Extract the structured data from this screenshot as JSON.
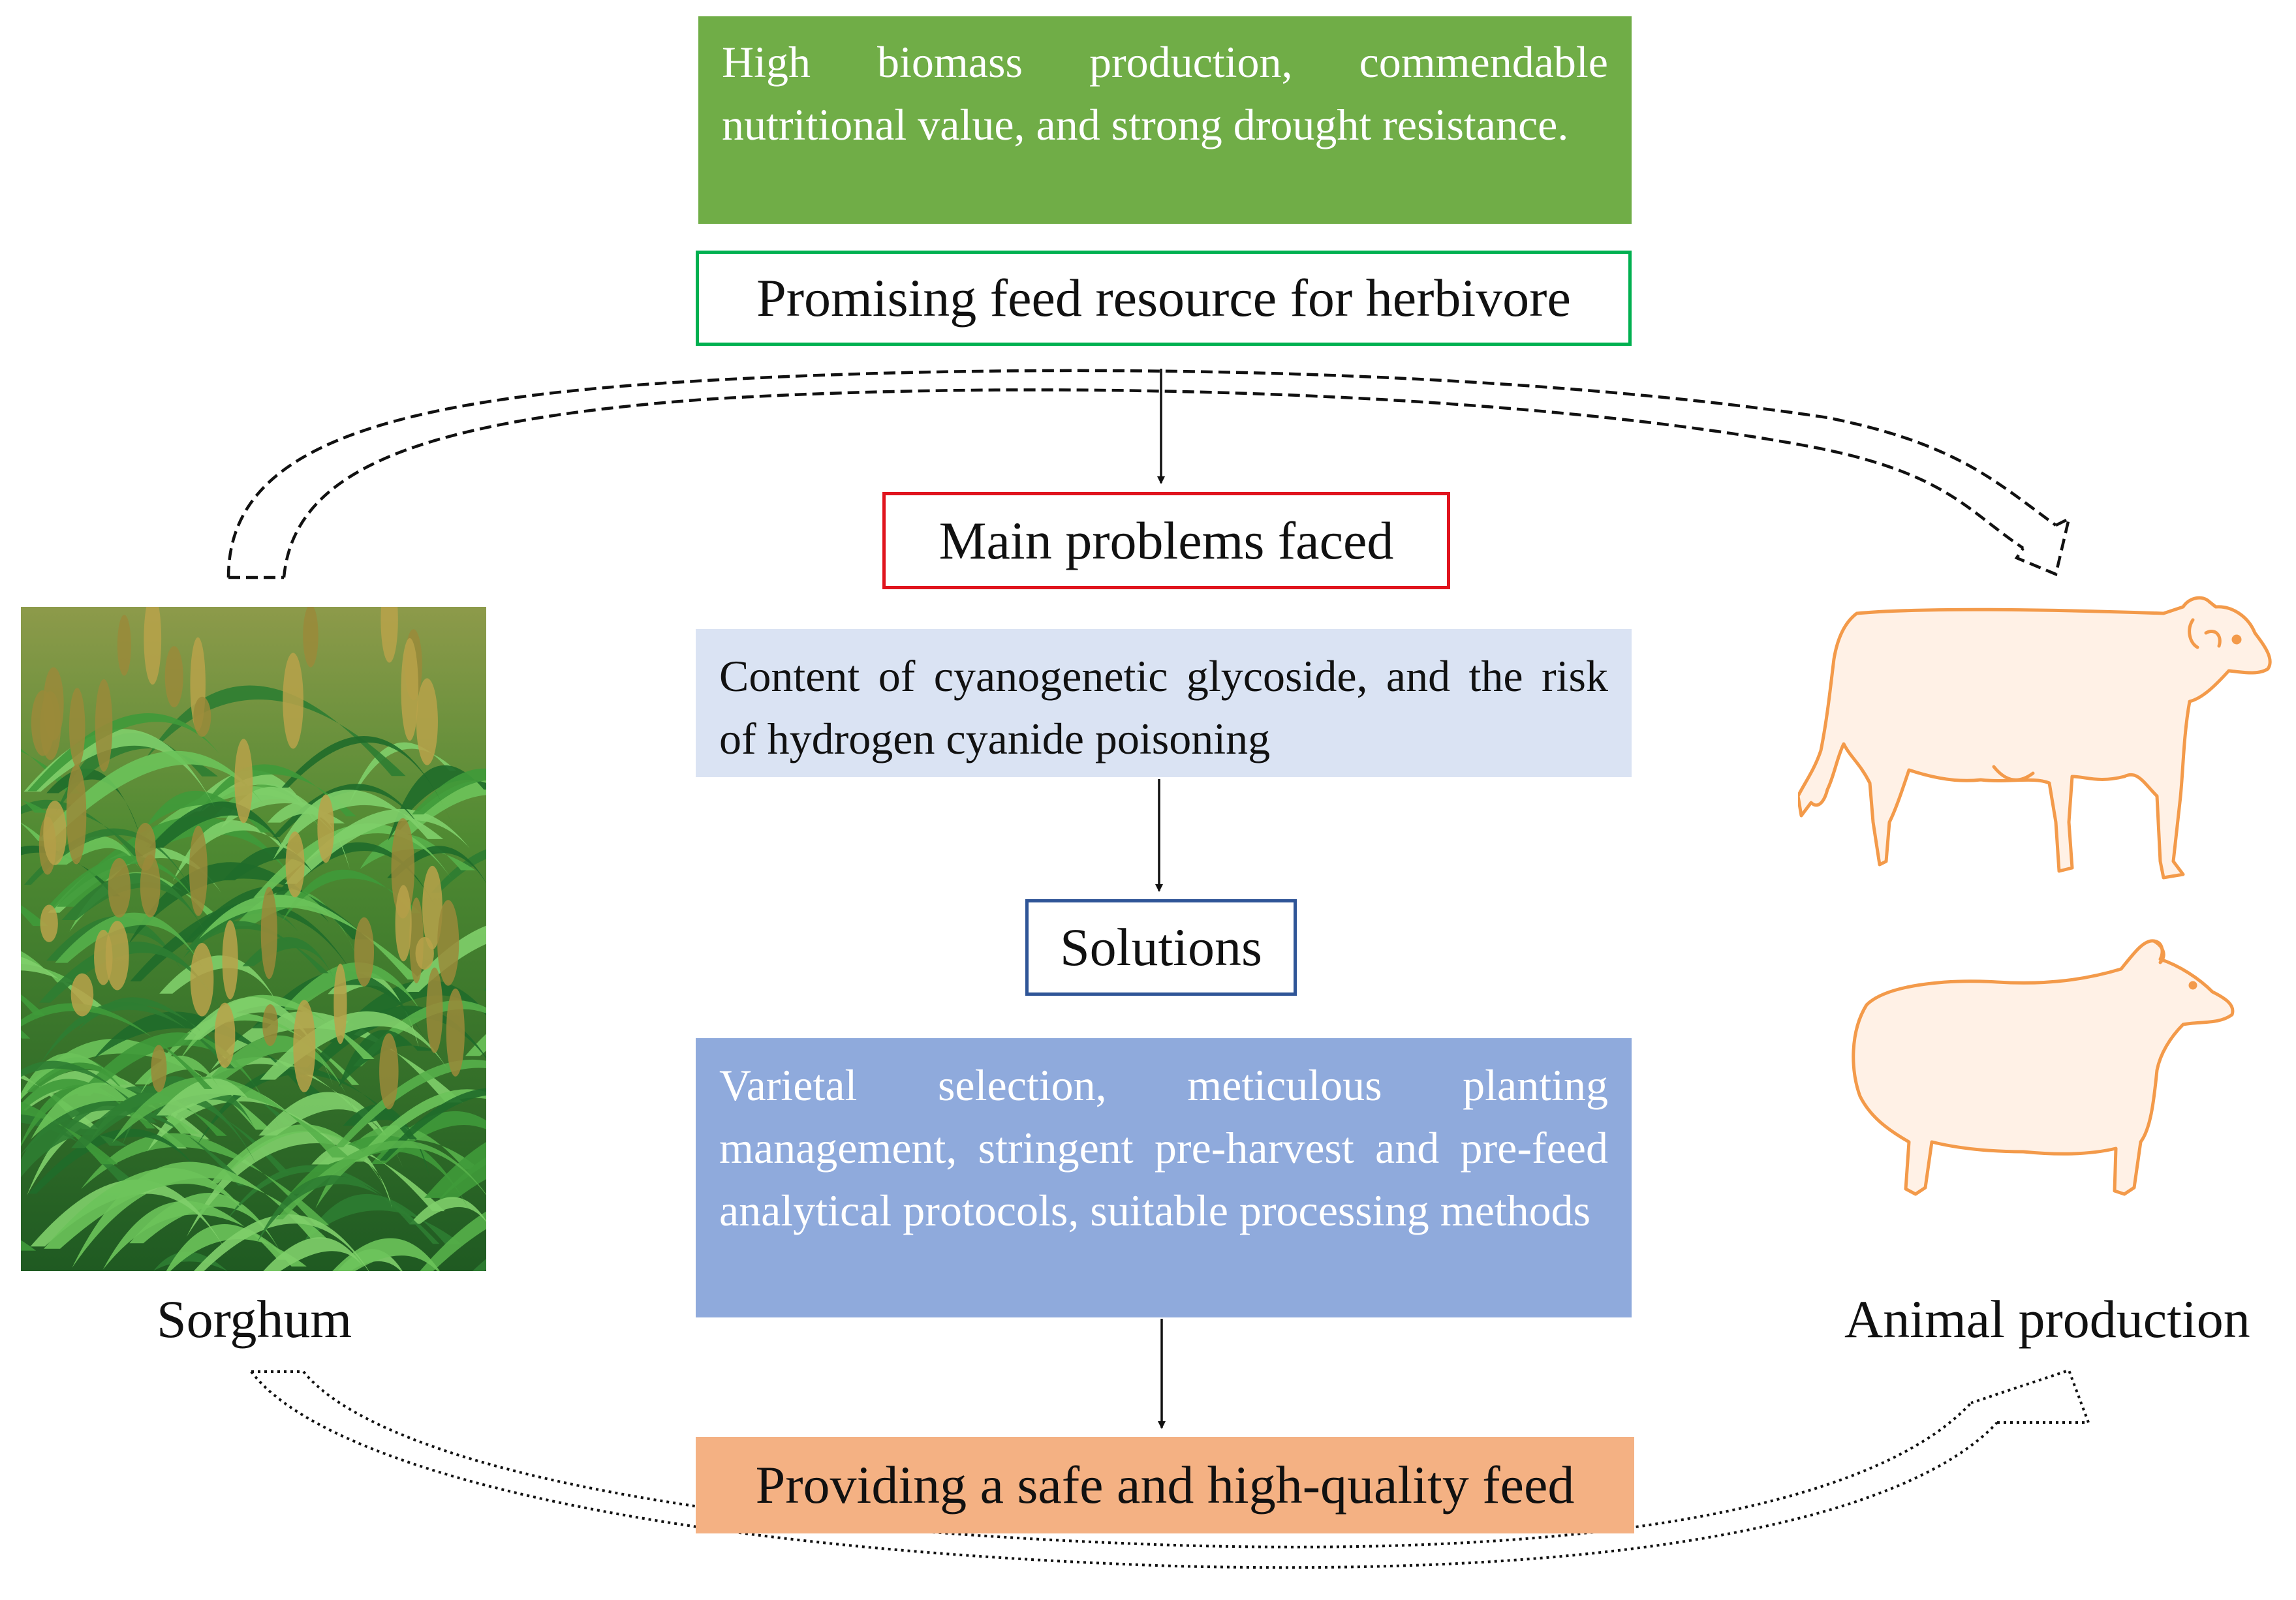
{
  "diagram": {
    "benefits": "High biomass production, commendable nutritional value, and strong drought resistance.",
    "promising": "Promising feed resource for herbivore",
    "problems": "Main problems faced",
    "problem_detail": "Content of cyanogenetic glycoside, and the risk of hydrogen cyanide poisoning",
    "solutions": "Solutions",
    "solution_detail": "Varietal selection, meticulous planting management, stringent pre-harvest and pre-feed analytical protocols, suitable processing methods",
    "outcome": "Providing a safe and high-quality feed",
    "left_label": "Sorghum",
    "right_label": "Animal production"
  },
  "colors": {
    "benefits_fill": "#70ad47",
    "promising_border": "#00b050",
    "problems_border": "#e0141e",
    "problem_fill": "#dae3f3",
    "solutions_border": "#2f5597",
    "solution_fill": "#8faadc",
    "outcome_fill": "#f4b183",
    "animal_stroke": "#f39a4a",
    "animal_fill": "#fff1e6"
  },
  "icons": [
    "sorghum-field-photo",
    "cow-icon",
    "sheep-icon"
  ]
}
